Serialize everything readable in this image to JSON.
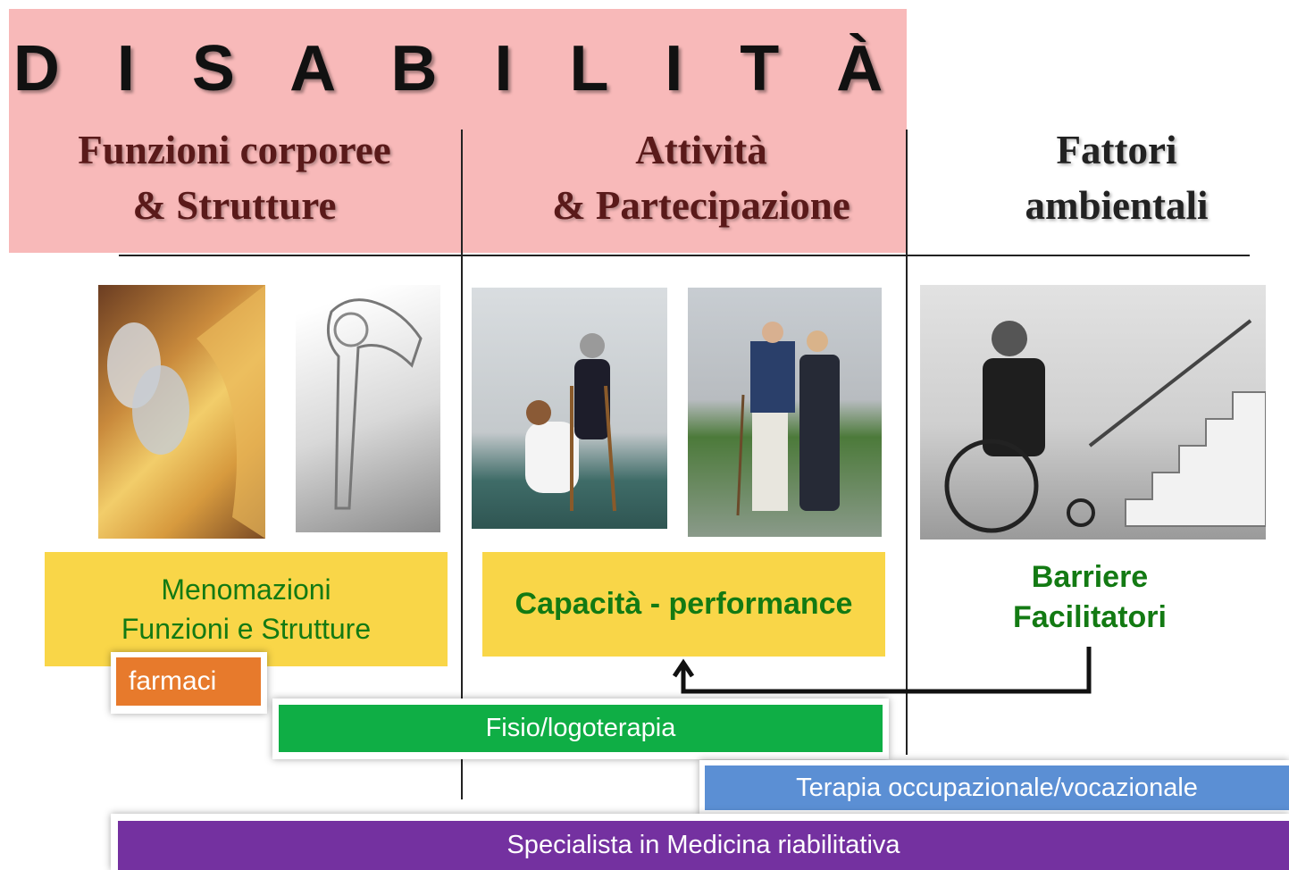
{
  "title": "D I S A B I L I T À",
  "columns": {
    "body": {
      "line1": "Funzioni corporee",
      "line2": "& Strutture"
    },
    "activity": {
      "line1": "Attività",
      "line2": "& Partecipazione"
    },
    "environment": {
      "line1": "Fattori",
      "line2": "ambientali"
    }
  },
  "boxes": {
    "impairments": {
      "line1": "Menomazioni",
      "line2": "Funzioni e Strutture"
    },
    "capacity": "Capacità - performance",
    "barriers": {
      "line1": "Barriere",
      "line2": "Facilitatori"
    }
  },
  "therapies": {
    "drugs": "farmaci",
    "physio": "Fisio/logoterapia",
    "occupational": "Terapia occupazionale/vocazionale",
    "specialist": "Specialista in Medicina riabilitativa"
  },
  "colors": {
    "pink_band": "#f8b9b9",
    "yellow": "#f9d648",
    "green_text": "#137a13",
    "orange": "#e77a2c",
    "green_bar": "#0fae45",
    "blue_bar": "#5b8fd4",
    "purple_bar": "#7431a0"
  },
  "icons": [
    "dumbbell-photo",
    "shoulder-xray-photo",
    "crutch-rehab-photo",
    "elderly-walking-photo",
    "wheelchair-stairs-photo"
  ]
}
